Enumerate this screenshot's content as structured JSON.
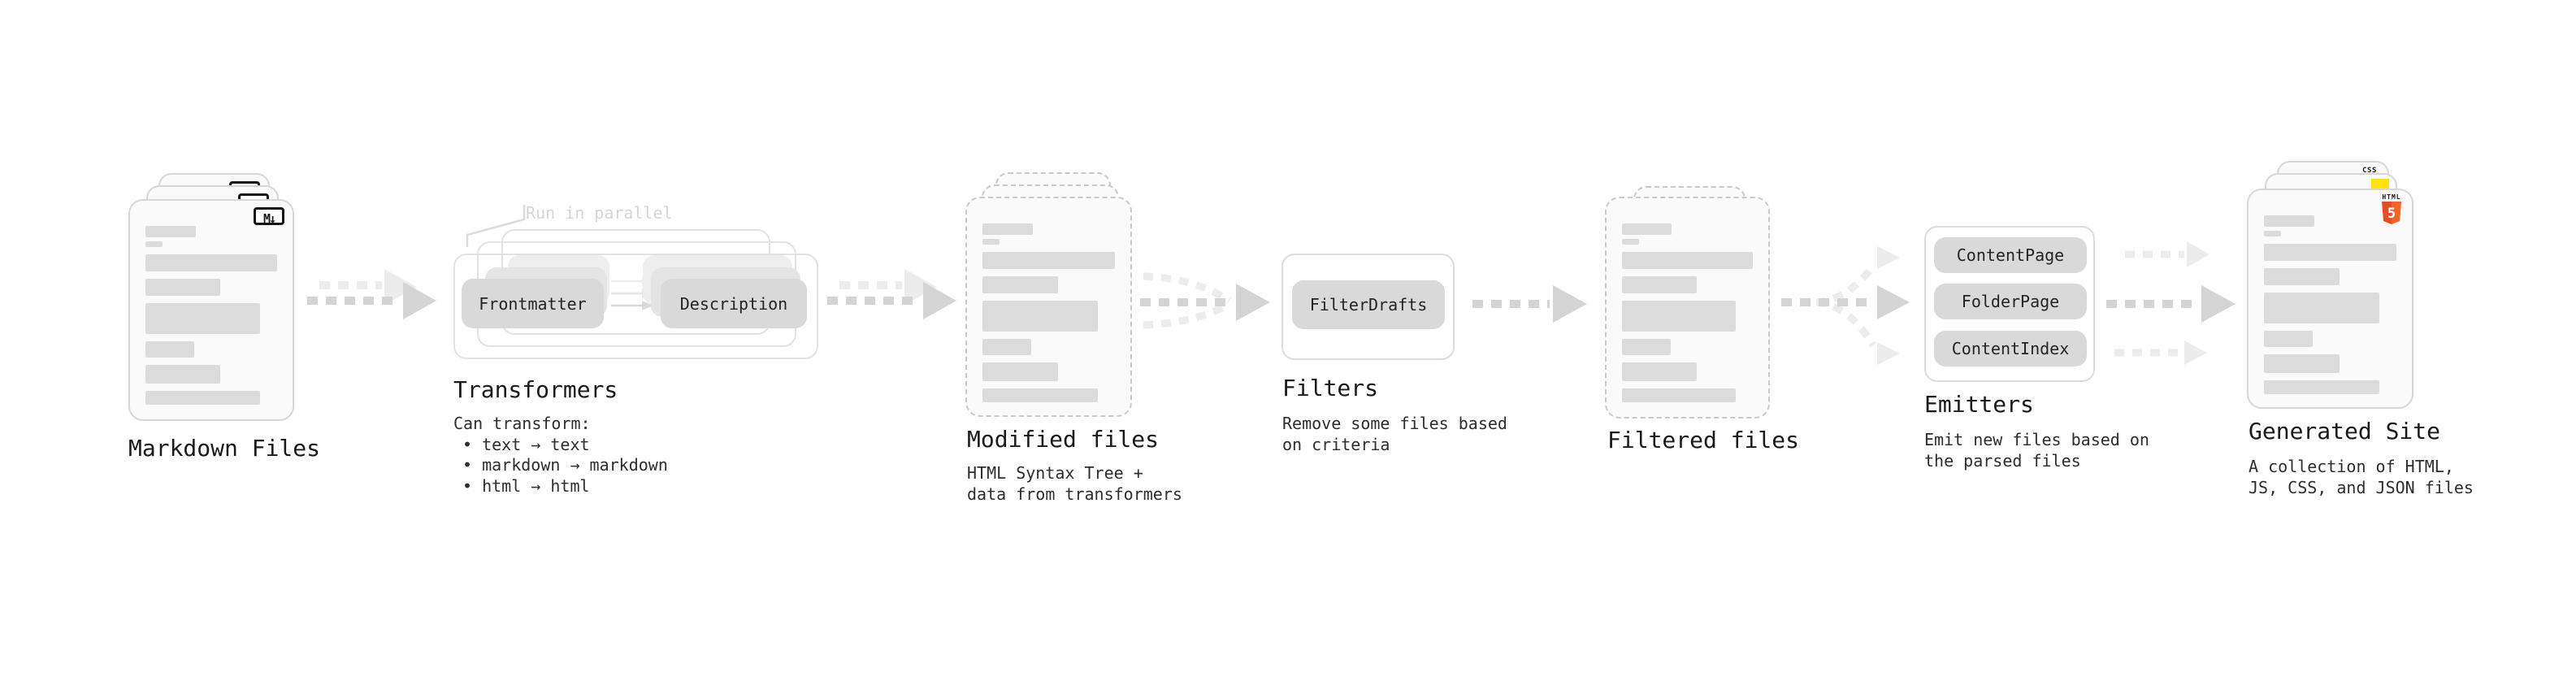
{
  "stages": {
    "markdown": {
      "title": "Markdown Files"
    },
    "transformers": {
      "title": "Transformers",
      "callout": "Run in parallel",
      "pill_left": "Frontmatter",
      "pill_right": "Description",
      "desc_heading": "Can transform:",
      "bullets": [
        "• text → text",
        "• markdown → markdown",
        "• html → html"
      ]
    },
    "modified": {
      "title": "Modified files",
      "desc_lines": [
        "HTML Syntax Tree +",
        "data from transformers"
      ]
    },
    "filters": {
      "title": "Filters",
      "pill": "FilterDrafts",
      "desc_lines": [
        "Remove some files based",
        "on criteria"
      ]
    },
    "filtered": {
      "title": "Filtered files"
    },
    "emitters": {
      "title": "Emitters",
      "pills": [
        "ContentPage",
        "FolderPage",
        "ContentIndex"
      ],
      "desc_lines": [
        "Emit new files based on",
        "the parsed files"
      ]
    },
    "generated": {
      "title": "Generated Site",
      "desc_lines": [
        "A collection of HTML,",
        "JS, CSS, and JSON files"
      ]
    }
  },
  "icons": {
    "markdown_badge": "M↓",
    "html5_label": "HTML",
    "html5_numeral": "5",
    "css_label": "CSS"
  },
  "colors": {
    "card_bg": "#fafafa",
    "card_border": "#d7d7d7",
    "bar": "#dbdbdb",
    "pill": "#d9d9d9",
    "arrow": "#d4d4d4",
    "arrow_light": "#ececec",
    "html5_orange": "#e44d26",
    "html5_orange_light": "#f16529",
    "js_yellow": "#ffe20a",
    "css_blue": "#2c6bf2"
  }
}
